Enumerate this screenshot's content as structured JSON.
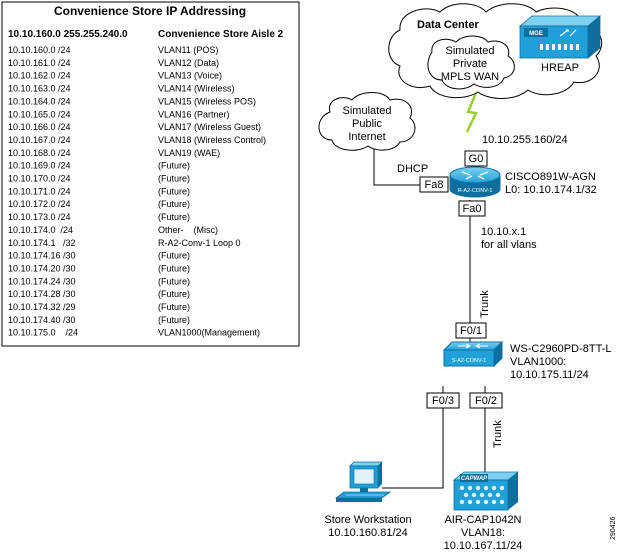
{
  "table": {
    "title": "Convenience Store IP Addressing",
    "header_left": "10.10.160.0 255.255.240.0",
    "header_right": "Convenience Store Aisle 2",
    "rows": [
      {
        "subnet": "10.10.160.0 /24",
        "use": "VLAN11 (POS)"
      },
      {
        "subnet": "10.10.161.0 /24",
        "use": "VLAN12 (Data)"
      },
      {
        "subnet": "10.10.162.0 /24",
        "use": "VLAN13 (Voice)"
      },
      {
        "subnet": "10.10.163.0 /24",
        "use": "VLAN14 (Wireless)"
      },
      {
        "subnet": "10.10.164.0 /24",
        "use": "VLAN15 (Wireless POS)"
      },
      {
        "subnet": "10.10.165.0 /24",
        "use": "VLAN16 (Partner)"
      },
      {
        "subnet": "10.10.166.0 /24",
        "use": "VLAN17 (Wireless Guest)"
      },
      {
        "subnet": "10.10.167.0 /24",
        "use": "VLAN18 (Wireless Control)"
      },
      {
        "subnet": "10.10.168.0 /24",
        "use": "VLAN19 (WAE)"
      },
      {
        "subnet": "10.10.169.0 /24",
        "use": "(Future)"
      },
      {
        "subnet": "10.10.170.0 /24",
        "use": "(Future)"
      },
      {
        "subnet": "10.10.171.0 /24",
        "use": "(Future)"
      },
      {
        "subnet": "10.10.172.0 /24",
        "use": "(Future)"
      },
      {
        "subnet": "10.10.173.0 /24",
        "use": "(Future)"
      },
      {
        "subnet": "10.10.174.0  /24",
        "use": "Other-    (Misc)"
      },
      {
        "subnet": "10.10.174.1   /32",
        "use": "R-A2-Conv-1 Loop 0"
      },
      {
        "subnet": "10.10.174.16 /30",
        "use": "(Future)"
      },
      {
        "subnet": "10.10.174.20 /30",
        "use": "(Future)"
      },
      {
        "subnet": "10.10.174.24 /30",
        "use": "(Future)"
      },
      {
        "subnet": "10.10.174.28 /30",
        "use": "(Future)"
      },
      {
        "subnet": "10.10.174.32 /29",
        "use": "(Future)"
      },
      {
        "subnet": "10.10.174.40 /30",
        "use": "(Future)"
      },
      {
        "subnet": "10.10.175.0    /24",
        "use": "VLAN1000(Management)"
      }
    ]
  },
  "datacenter": {
    "label": "Data Center",
    "mpls_lines": [
      "Simulated",
      "Private",
      "MPLS WAN"
    ],
    "hreap_label": "HREAP",
    "mge_label": "MGE"
  },
  "internet": {
    "lines": [
      "Simulated",
      "Public",
      "Internet"
    ]
  },
  "router": {
    "wan_subnet": "10.10.255.160/24",
    "port_g0": "G0",
    "port_fa8": "Fa8",
    "port_fa0": "Fa0",
    "dhcp_label": "DHCP",
    "device_label": "R-A2-CONV-1",
    "model": "CISCO891W-AGN",
    "loopback": "L0: 10.10.174.1/32",
    "lan_lines": [
      "10.10.x.1",
      "for all vlans"
    ]
  },
  "trunk_label_upper": "Trunk",
  "trunk_label_lower": "Trunk",
  "switch": {
    "port_f01": "F0/1",
    "port_f03": "F0/3",
    "port_f02": "F0/2",
    "device_label": "S-A2-CONV-1",
    "info_lines": [
      "WS-C2960PD-8TT-L",
      "VLAN1000:",
      "10.10.175.11/24"
    ]
  },
  "workstation": {
    "lines": [
      "Store Workstation",
      "10.10.160.81/24"
    ]
  },
  "ap": {
    "badge": "CAPWAP",
    "lines": [
      "AIR-CAP1042N",
      "VLAN18:",
      "10.10.167.11/24"
    ]
  },
  "figure_id": "290426",
  "colors": {
    "device_blue": "#1fa0d8",
    "device_dark": "#0e6f9e",
    "lightning": "#9acd32"
  }
}
